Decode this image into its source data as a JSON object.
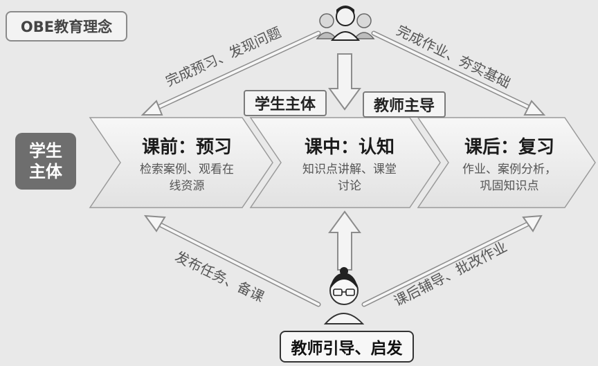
{
  "title": "OBE教育理念",
  "side_badge": {
    "line1": "学生",
    "line2": "主体"
  },
  "tags": {
    "student": "学生主体",
    "teacher": "教师主导"
  },
  "stages": [
    {
      "title": "课前：预习",
      "desc_line1": "检索案例、观看在",
      "desc_line2": "线资源"
    },
    {
      "title": "课中：认知",
      "desc_line1": "知识点讲解、课堂",
      "desc_line2": "讨论"
    },
    {
      "title": "课后：复习",
      "desc_line1": "作业、案例分析，",
      "desc_line2": "巩固知识点"
    }
  ],
  "arrow_labels": {
    "top_left": "完成预习、发现问题",
    "top_right": "完成作业、夯实基础",
    "bottom_left": "发布任务、备课",
    "bottom_right": "课后辅导、批改作业"
  },
  "bottom_label": "教师引导、启发",
  "icons": {
    "top": "students-group-icon",
    "bottom": "teacher-icon"
  },
  "colors": {
    "background": "#e9e9e9",
    "chevron": "#f1f1f1",
    "badge": "#6e6e6e",
    "arrow": "#f4f4f4"
  }
}
